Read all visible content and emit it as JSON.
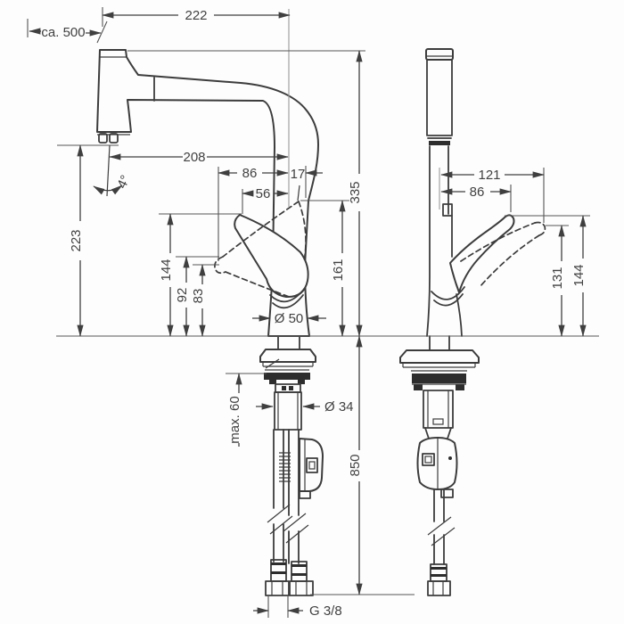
{
  "drawing": {
    "title": "faucet-dimension-drawing",
    "dims": {
      "hose_extension": "ca. 500",
      "width_total": "222",
      "reach": "208",
      "side_86": "86",
      "side_17": "17",
      "side_56": "56",
      "height_total": "335",
      "height_outlet": "223",
      "side_144": "144",
      "side_92": "92",
      "side_83": "83",
      "height_161": "161",
      "dia_body": "Ø 50",
      "angle": "4°",
      "front_121": "121",
      "front_86": "86",
      "front_131": "131",
      "front_144": "144",
      "depth_max": "max. 60",
      "dia_shank": "Ø 34",
      "hose_850": "850",
      "thread": "G 3/8"
    },
    "colors": {
      "line": "#3c3c3c",
      "text": "#414141",
      "dark_fill": "#2d2d2d",
      "background": "#fdfdfd"
    }
  }
}
